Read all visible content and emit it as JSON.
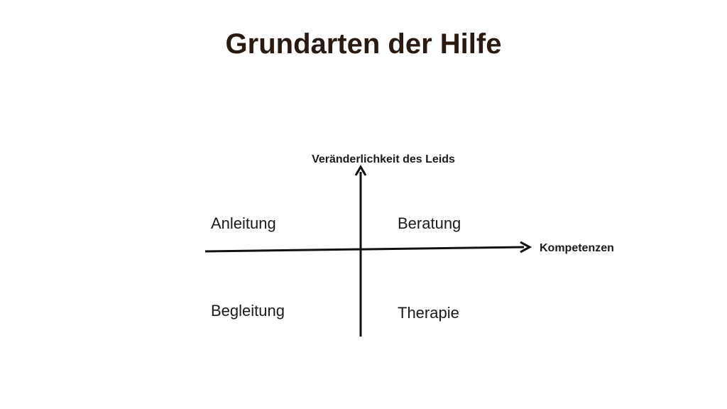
{
  "title": "Grundarten der Hilfe",
  "diagram": {
    "y_axis_label": "Veränderlichkeit des Leids",
    "x_axis_label": "Kompetenzen",
    "quadrants": {
      "top_left": "Anleitung",
      "top_right": "Beratung",
      "bottom_left": "Begleitung",
      "bottom_right": "Therapie"
    }
  }
}
